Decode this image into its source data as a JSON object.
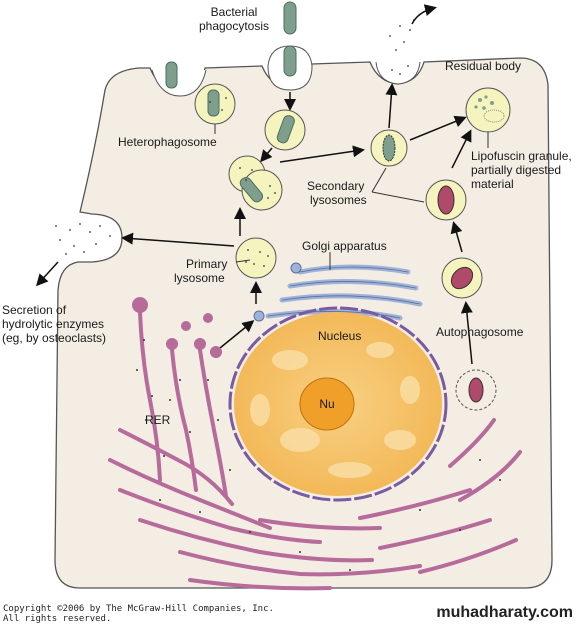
{
  "labels": {
    "bacterial_phagocytosis_1": "Bacterial",
    "bacterial_phagocytosis_2": "phagocytosis",
    "heterophagosome": "Heterophagosome",
    "residual_body": "Residual body",
    "lipofuscin_1": "Lipofuscin granule,",
    "lipofuscin_2": "partially digested",
    "lipofuscin_3": "material",
    "secondary_lysosomes_1": "Secondary",
    "secondary_lysosomes_2": "lysosomes",
    "golgi_apparatus": "Golgi apparatus",
    "primary_lysosome_1": "Primary",
    "primary_lysosome_2": "lysosome",
    "autophagosome": "Autophagosome",
    "secretion_1": "Secretion of",
    "secretion_2": "hydrolytic enzymes",
    "secretion_3": "(eg, by osteoclasts)",
    "nucleus": "Nucleus",
    "nucleolus": "Nu",
    "rer": "RER"
  },
  "footer": {
    "copyright_line1": "Copyright ©2006 by The McGraw-Hill Companies, Inc.",
    "copyright_line2": "All rights reserved.",
    "brand": "muhadharaty.com"
  },
  "colors": {
    "cell_fill": "#f3ede4",
    "cell_stroke": "#555555",
    "lysosome_fill": "#f6f4be",
    "bacteria": "#7e9e8e",
    "golgi": "#9fb3d9",
    "rer": "#b66b9a",
    "nucleus_fill": "#f6c062",
    "nucleolus_fill": "#f0a028",
    "mitochondria": "#b04a6a"
  }
}
